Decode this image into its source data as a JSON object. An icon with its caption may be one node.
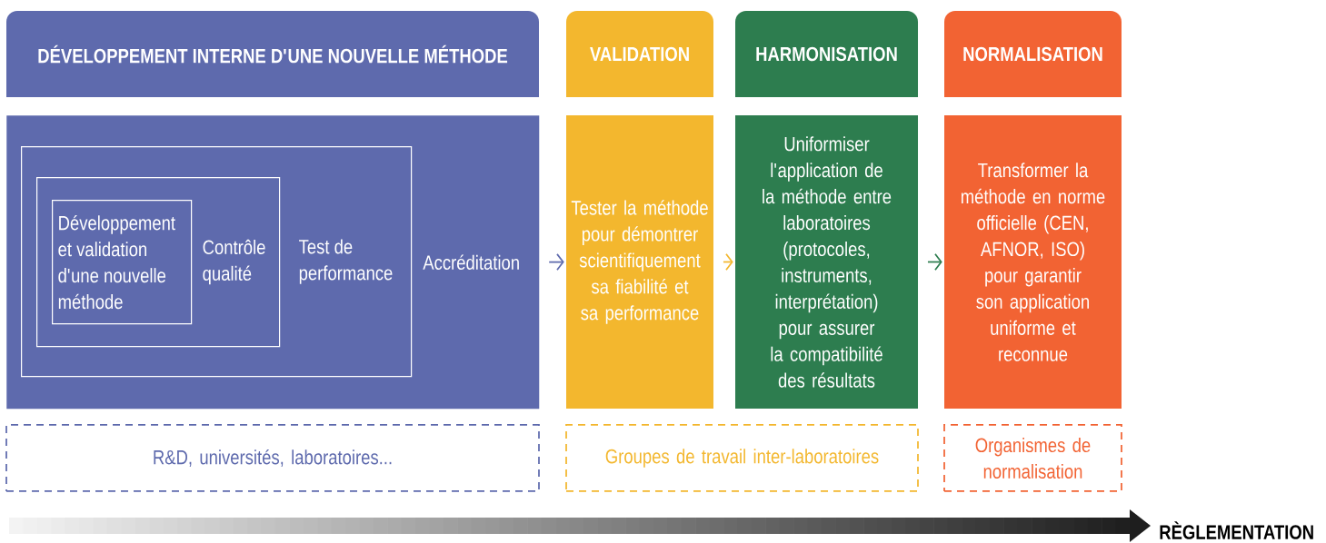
{
  "diagram": {
    "nodes": [
      {
        "text": [
          "DÉVELOPPEMENT INTERNE D'UNE NOUVELLE MÉTHODE"
        ]
      },
      {
        "text": [
          "VALIDATION"
        ]
      },
      {
        "text": [
          "HARMONISATION"
        ]
      },
      {
        "text": [
          "NORMALISATION"
        ]
      },
      {
        "text": [
          "Accréditation"
        ]
      },
      {
        "text": [
          "Test de performance"
        ],
        "in": 4
      },
      {
        "text": [
          "Contrôle qualité"
        ],
        "in": 5
      },
      {
        "text": [
          "Développement et validation d'une nouvelle méthode"
        ],
        "in": 6
      },
      {
        "text": [
          "Tester la méthode pour démontrer scientifiquement sa fiabilité et sa performance"
        ]
      },
      {
        "text": [
          "Uniformiser l'application de la méthode entre laboratoires (protocoles, instruments, interprétation) pour assurer la compatibilité des résultats"
        ]
      },
      {
        "text": [
          "Transformer la méthode en norme officielle (CEN, AFNOR, ISO) pour garantir son application uniforme et reconnue"
        ]
      },
      {
        "text": [
          "R&D, universités, laboratoires..."
        ]
      },
      {
        "text": [
          "Groupes de travail inter-laboratoires"
        ]
      },
      {
        "text": [
          "Organismes de normalisation"
        ]
      }
    ],
    "edges": [
      {
        "from": 4,
        "to": 8,
        "arrow": "to",
        "color": "#5e6aad"
      },
      {
        "from": 8,
        "to": 9,
        "arrow": "to",
        "color": "#f3b72e"
      },
      {
        "from": 9,
        "to": 10,
        "arrow": "to",
        "color": "#2d7d4f"
      }
    ],
    "labels": [
      "RÈGLEMENTATION"
    ]
  }
}
